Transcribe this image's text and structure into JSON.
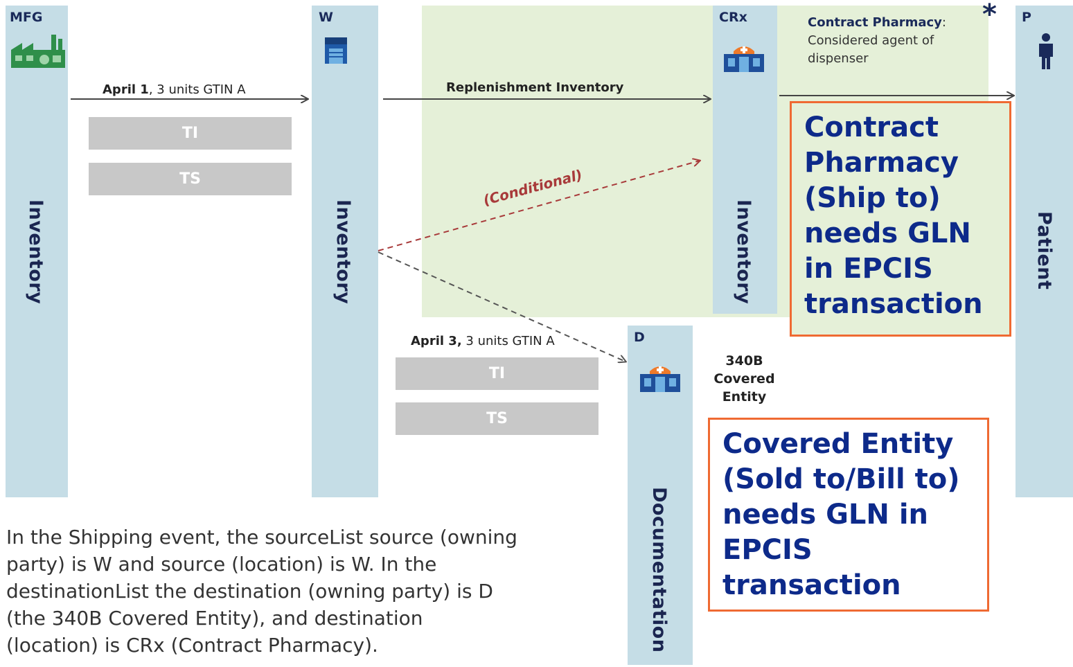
{
  "lanes": {
    "mfg": {
      "head": "MFG",
      "label": "Inventory"
    },
    "w": {
      "head": "W",
      "label": "Inventory"
    },
    "crx": {
      "head": "CRx",
      "label": "Inventory"
    },
    "d": {
      "head": "D",
      "label": "Documentation"
    },
    "p": {
      "head": "P",
      "label": "Patient"
    }
  },
  "contract_pharmacy_note": {
    "title": "Contract Pharmacy",
    "colon": ":",
    "line1": "Considered agent of",
    "line2": "dispenser",
    "asterisk": "*"
  },
  "flow1": {
    "date": "April 1",
    "rest": ", 3 units GTIN A",
    "ti": "TI",
    "ts": "TS"
  },
  "flow_replenish": {
    "label": "Replenishment Inventory"
  },
  "flow_conditional": {
    "label": "(Conditional)"
  },
  "flow2": {
    "date": "April 3,",
    "rest": " 3 units GTIN A",
    "ti": "TI",
    "ts": "TS"
  },
  "covered_entity_label": {
    "line1": "340B",
    "line2": "Covered",
    "line3": "Entity"
  },
  "callout_ship": {
    "text": "Contract Pharmacy (Ship to) needs GLN in EPCIS transaction"
  },
  "callout_sold": {
    "text": "Covered Entity (Sold to/Bill to) needs GLN in EPCIS transaction"
  },
  "footnote": {
    "line1": "In the Shipping event, the sourceList source (owning",
    "line2": "party) is W and source (location) is W. In the",
    "line3": "destinationList the destination (owning party) is D",
    "line4": "(the 340B Covered Entity), and destination",
    "line5": "(location) is CRx (Contract Pharmacy)."
  },
  "colors": {
    "lane": "#c5dde6",
    "contract_zone": "#e5f0d8",
    "callout_border": "#ef6a32",
    "callout_text": "#0d2a8a",
    "conditional_arrow": "#a83a3a",
    "header_text": "#1a2a5a"
  },
  "icons": {
    "mfg": "factory-icon",
    "w": "warehouse-icon",
    "crx": "pharmacy-icon",
    "d": "pharmacy-icon",
    "p": "person-icon"
  }
}
